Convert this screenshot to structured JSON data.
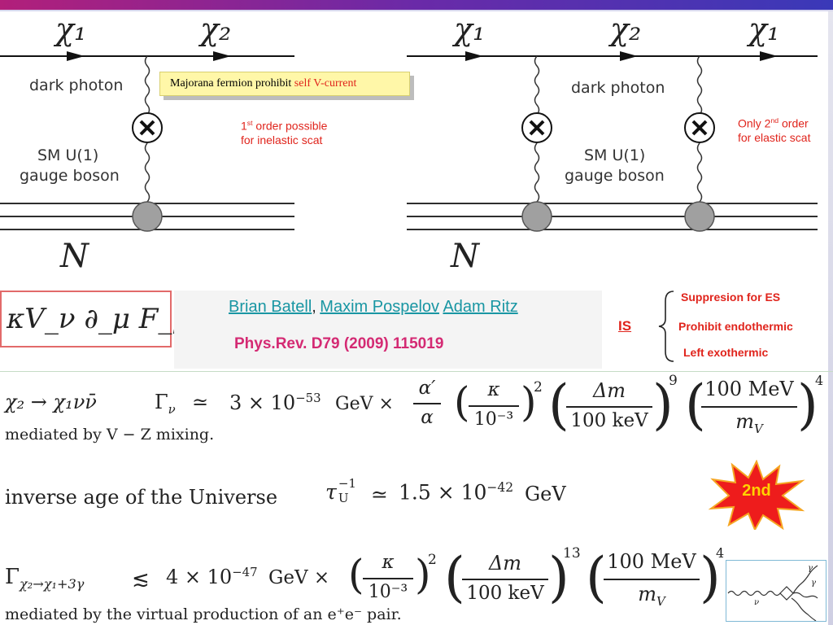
{
  "diagrams": {
    "left": {
      "chi_in": "χ₁",
      "chi_out": "χ₂",
      "dark_photon": "dark photon",
      "sm_line1": "SM U(1)",
      "sm_line2": "gauge boson",
      "nucleus": "N"
    },
    "right": {
      "chi_in": "χ₁",
      "chi_mid": "χ₂",
      "chi_out": "χ₁",
      "dark_photon": "dark photon",
      "sm_line1": "SM U(1)",
      "sm_line2": "gauge boson",
      "nucleus": "N"
    }
  },
  "sticky_note": {
    "text": "Majorana fermion prohibit ",
    "highlight": "self V-current"
  },
  "notes": {
    "first_order_a": "1",
    "first_order_sup": "st",
    "first_order_b": " order possible",
    "first_order_line2": "for inelastic scat",
    "second_order_a": "Only 2",
    "second_order_sup": "nd",
    "second_order_b": " order",
    "second_order_line2": "for elastic scat"
  },
  "operator": "κV_ν ∂_μ F_μν",
  "reference": {
    "author1": "Brian Batell",
    "comma": ",",
    "author2": "Maxim Pospelov",
    "author3": "Adam Ritz",
    "journal": "Phys.Rev. D79 (2009) 115019"
  },
  "is_block": {
    "label": "IS",
    "item1": "Suppresion for ES",
    "item2": "Prohibit endothermic",
    "item3": "Left exothermic"
  },
  "equations": {
    "decay_nu": {
      "lhs": "χ₂ → χ₁νν̄",
      "gamma": "Γ",
      "gamma_sub": "ν",
      "approx": "≃",
      "prefactor": "3 × 10",
      "exp": "−53",
      "unit": "GeV ×",
      "alpha_num": "α′",
      "alpha_den": "α",
      "kappa_num": "κ",
      "kappa_den": "10⁻³",
      "kappa_pow": "2",
      "dm_num": "Δm",
      "dm_den": "100 keV",
      "dm_pow": "9",
      "mv_num": "100 MeV",
      "mv_den": "m",
      "mv_den_sub": "V",
      "mv_pow": "4",
      "caption": "mediated by V − Z mixing."
    },
    "universe": {
      "label": "inverse age of the Universe",
      "tau": "τ",
      "tau_sub": "U",
      "tau_sup": "−1",
      "approx": "≃",
      "value": "1.5 × 10",
      "exp": "−42",
      "unit": "GeV"
    },
    "decay_gamma": {
      "gamma": "Γ",
      "gamma_sub": "χ₂→χ₁+3γ",
      "lesssim": "≲",
      "prefactor": "4 × 10",
      "exp": "−47",
      "unit": "GeV ×",
      "kappa_num": "κ",
      "kappa_den": "10⁻³",
      "kappa_pow": "2",
      "dm_num": "Δm",
      "dm_den": "100 keV",
      "dm_pow": "13",
      "mv_num": "100 MeV",
      "mv_den": "m",
      "mv_den_sub": "V",
      "mv_pow": "4",
      "caption": "mediated by the virtual production of an e⁺e⁻ pair."
    }
  },
  "badge": "2nd",
  "small_diagram": {
    "nu": "ν",
    "gamma": "γ"
  },
  "colors": {
    "red_note": "#e0241c",
    "link": "#1996a3",
    "journal": "#d42a73",
    "badge_fill": "#ee1c1c",
    "badge_text": "#ffd200",
    "sticky": "#fff7a8",
    "blob": "#a0a0a0"
  }
}
